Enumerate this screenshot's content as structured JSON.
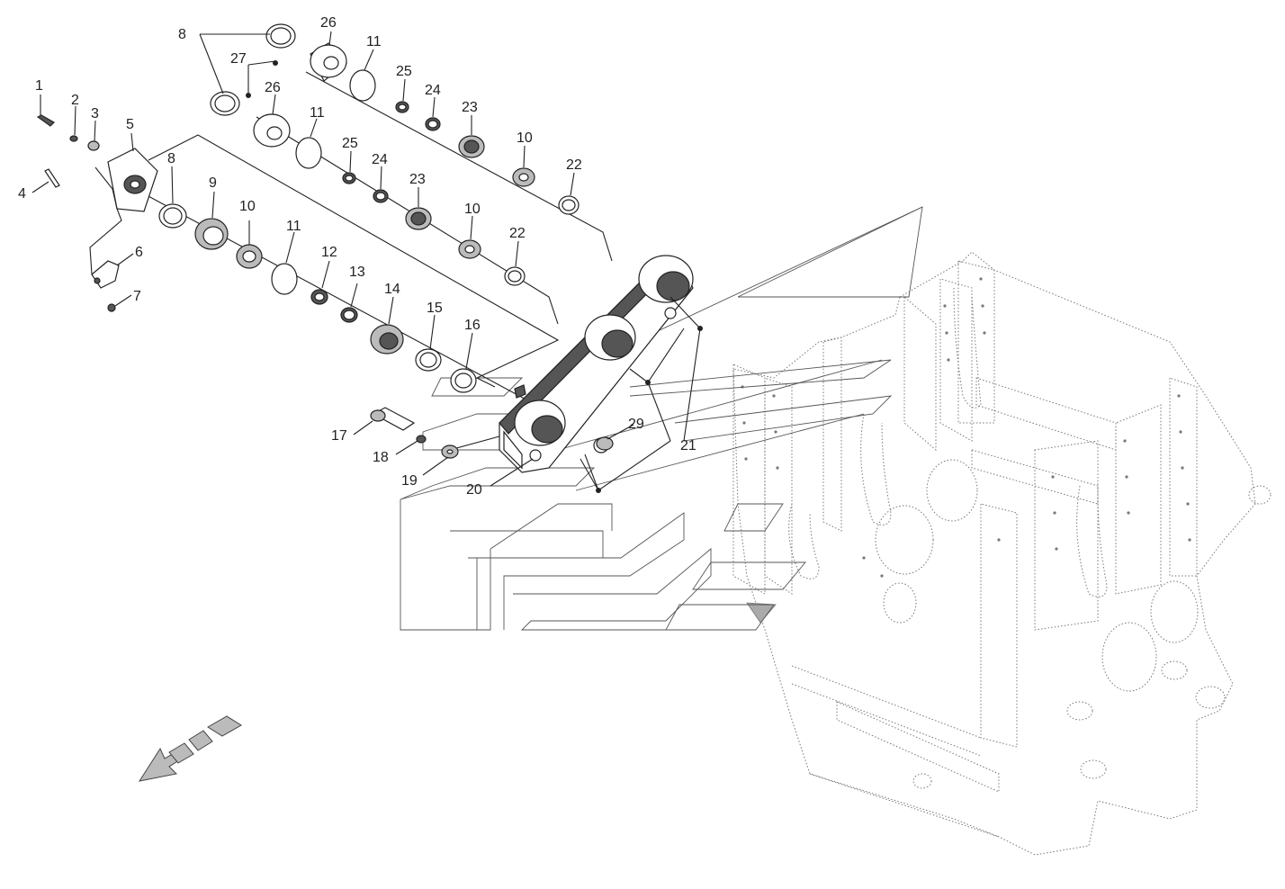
{
  "diagram": {
    "callouts": [
      "1",
      "2",
      "3",
      "4",
      "5",
      "6",
      "7",
      "8",
      "9",
      "10",
      "11",
      "12",
      "13",
      "14",
      "15",
      "16",
      "17",
      "18",
      "19",
      "20",
      "21",
      "22",
      "23",
      "24",
      "25",
      "26",
      "27",
      "29"
    ]
  }
}
